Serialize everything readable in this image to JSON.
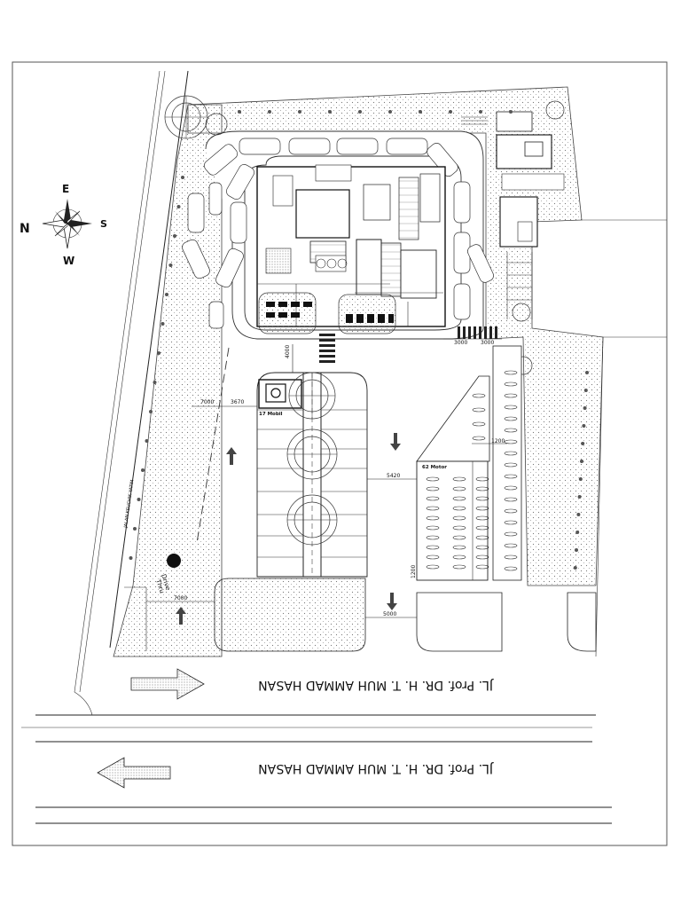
{
  "drawing": {
    "street_name": "JL. Prof. DR. H. T. MUH AMMAD HASAN",
    "side_street": "JALAN KEUCHIK YATIM",
    "compass": {
      "east": "E",
      "south": "S",
      "west": "W",
      "north": "N"
    },
    "labels": {
      "drive_thru_1": "Drive",
      "drive_thru_2": "Thru",
      "car_parking": "17 Mobil",
      "motor_parking": "62 Motor"
    },
    "dimensions": {
      "d7000_left": "7000",
      "d3670": "3670",
      "d5420": "5420",
      "d7000_bottom": "7000",
      "d5000": "5000",
      "d3000_a": "3000",
      "d3000_b": "3000",
      "d1200": "1200",
      "d4000": "4000",
      "d1200_b": "1200"
    }
  }
}
